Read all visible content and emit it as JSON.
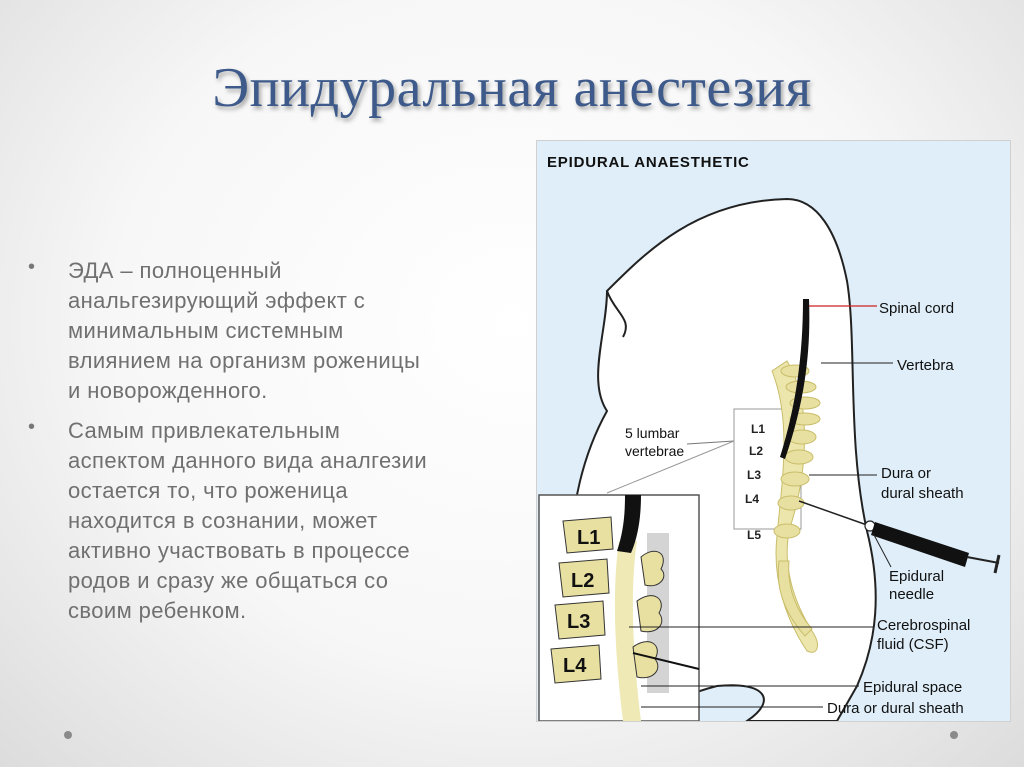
{
  "slide": {
    "title": "Эпидуральная анестезия",
    "bullets": [
      "ЭДА – полноценный\nанальгезирующий эффект с\nминимальным системным\nвлиянием на организм роженицы\nи новорожденного.",
      "Самым привлекательным\nаспектом данного вида аналгезии\nостается то, что роженица\nнаходится в сознании, может\nактивно участвовать в процессе\nродов и сразу же общаться со\nсвоим ребенком."
    ]
  },
  "diagram": {
    "heading": "EPIDURAL ANAESTHETIC",
    "labels": {
      "spinal_cord": "Spinal cord",
      "vertebra": "Vertebra",
      "lumbar_1": "5 lumbar",
      "lumbar_2": "vertebrae",
      "dura_1": "Dura or",
      "dura_2": "dural sheath",
      "needle_1": "Epidural",
      "needle_2": "needle",
      "csf_1": "Cerebrospinal",
      "csf_2": "fluid (CSF)",
      "epidural_space": "Epidural space",
      "dura_sheath": "Dura or dural sheath"
    },
    "vertebrae_small": [
      "L1",
      "L2",
      "L3",
      "L4",
      "L5"
    ],
    "vertebrae_large": [
      "L1",
      "L2",
      "L3",
      "L4"
    ],
    "colors": {
      "accent": "#3d5a8a",
      "bone": "#e8e0a0",
      "cord": "#111111",
      "pointer_red": "#cc2222"
    }
  }
}
